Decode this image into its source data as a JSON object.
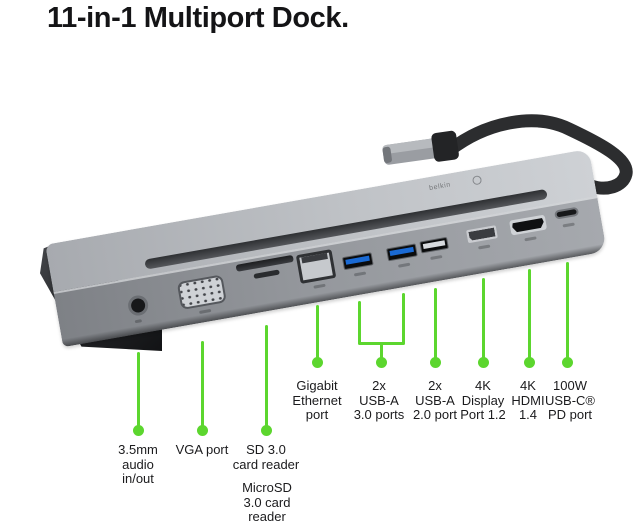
{
  "title": "11-in-1 Multiport Dock.",
  "brand": {
    "logo_text": "belkin"
  },
  "colors": {
    "accent_green": "#5cd62e",
    "text": "#1b1b1d",
    "dock_gray": "#94979c"
  },
  "callouts": {
    "audio": {
      "lines": [
        "3.5mm",
        "audio",
        "in/out"
      ]
    },
    "vga": {
      "lines": [
        "VGA port"
      ]
    },
    "sd": {
      "lines": [
        "SD 3.0",
        "card reader"
      ]
    },
    "microsd": {
      "lines": [
        "MicroSD",
        "3.0 card",
        "reader"
      ]
    },
    "ethernet": {
      "lines": [
        "Gigabit",
        "Ethernet",
        "port"
      ]
    },
    "usb_a_30": {
      "lines": [
        "2x",
        "USB-A",
        "3.0 ports"
      ]
    },
    "usb_a_20": {
      "lines": [
        "2x",
        "USB-A",
        "2.0 port"
      ]
    },
    "displayport": {
      "lines": [
        "4K",
        "Display",
        "Port 1.2"
      ]
    },
    "hdmi": {
      "lines": [
        "4K",
        "HDMI",
        "1.4"
      ]
    },
    "usb_c": {
      "lines": [
        "100W",
        "USB-C®",
        "PD port"
      ]
    }
  }
}
